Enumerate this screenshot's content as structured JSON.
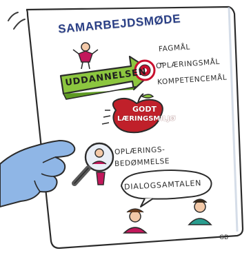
{
  "poster": {
    "title": "SAMARBEJDSMØDE",
    "arrow_label": "UDDANNELSEN",
    "target_lines": [
      "FAGMÅL",
      "OPLÆRINGSMÅL",
      "KOMPETENCEMÅL"
    ],
    "apple_lines": [
      "GODT",
      "LÆRINGSMILJØ"
    ],
    "magnifier_lines": [
      "OPLÆRINGS-",
      "BEDØMMELSE"
    ],
    "dialog_label": "DIALOGSAMTALEN",
    "signature": "GB"
  },
  "colors": {
    "title": "#2a3f86",
    "arrow": "#8cc63f",
    "target": "#c8102e",
    "apple": "#c0202a",
    "hand": "#8fb6e6",
    "person_magenta": "#c2185b",
    "person_teal": "#2a9d8f"
  }
}
